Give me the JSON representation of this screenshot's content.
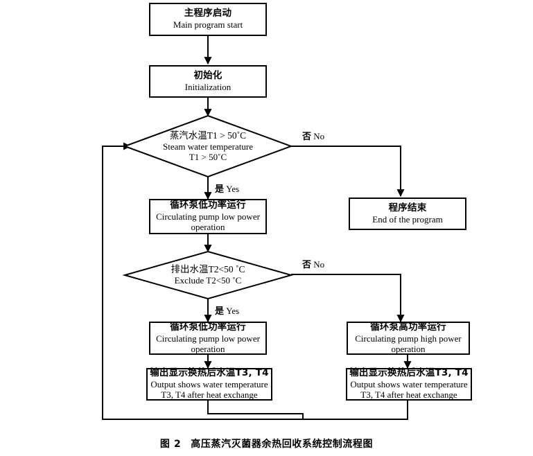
{
  "figure": {
    "label": "图 2",
    "caption": "高压蒸汽灭菌器余热回收系统控制流程图"
  },
  "nodes": {
    "start": {
      "type": "process",
      "cn": "主程序启动",
      "en": "Main program start"
    },
    "init": {
      "type": "process",
      "cn": "初始化",
      "en": "Initialization"
    },
    "decision_t1": {
      "type": "decision",
      "cn": "蒸汽水温T1 > 50˚C",
      "en_line1": "Steam water temperature",
      "en_line2": "T1 > 50˚C"
    },
    "pump_low_1": {
      "type": "process",
      "cn": "循环泵低功率运行",
      "en_line1": "Circulating pump low power",
      "en_line2": "operation"
    },
    "end_program": {
      "type": "process",
      "cn": "程序结束",
      "en": "End of the program"
    },
    "decision_t2": {
      "type": "decision",
      "cn": "排出水温T2<50 ˚C",
      "en": "Exclude T2<50 ˚C"
    },
    "pump_low_2": {
      "type": "process",
      "cn": "循环泵低功率运行",
      "en_line1": "Circulating pump low power",
      "en_line2": "operation"
    },
    "pump_high": {
      "type": "process",
      "cn": "循环泵高功率运行",
      "en_line1": "Circulating pump high power",
      "en_line2": "operation"
    },
    "output_left": {
      "type": "process",
      "cn": "输出显示换热后水温T3, T4",
      "en_line1": "Output shows water temperature",
      "en_line2": "T3, T4 after heat exchange"
    },
    "output_right": {
      "type": "process",
      "cn": "输出显示换热后水温T3, T4",
      "en_line1": "Output shows water temperature",
      "en_line2": "T3, T4 after heat exchange"
    }
  },
  "edge_labels": {
    "no_1": {
      "cn": "否",
      "en": "No"
    },
    "yes_1": {
      "cn": "是",
      "en": "Yes"
    },
    "no_2": {
      "cn": "否",
      "en": "No"
    },
    "yes_2": {
      "cn": "是",
      "en": "Yes"
    }
  },
  "style": {
    "line_color": "#000000",
    "background": "#ffffff",
    "text_color": "#000000"
  }
}
